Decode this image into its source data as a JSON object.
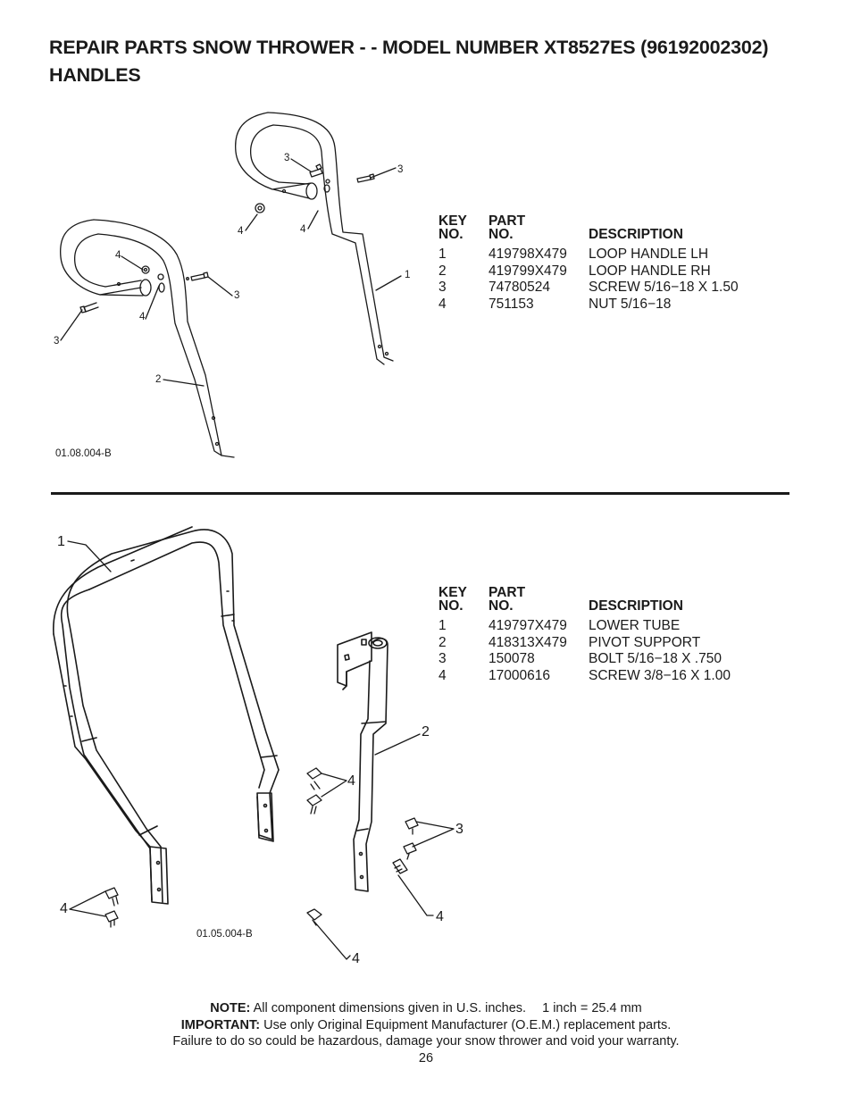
{
  "page": {
    "title_line1": "REPAIR PARTS  SNOW THROWER - - MODEL NUMBER  XT8527ES (96192002302)",
    "title_line2": "HANDLES",
    "page_number": "26"
  },
  "section_top": {
    "drawing_id": "01.08.004-B",
    "table": {
      "header_key": [
        "KEY",
        "NO."
      ],
      "header_part": [
        "PART",
        "NO."
      ],
      "header_desc": "DESCRIPTION",
      "rows": [
        {
          "key": "1",
          "part": "419798X479",
          "desc": "LOOP HANDLE LH"
        },
        {
          "key": "2",
          "part": "419799X479",
          "desc": "LOOP HANDLE RH"
        },
        {
          "key": "3",
          "part": "74780524",
          "desc": "SCREW 5/16−18 X 1.50"
        },
        {
          "key": "4",
          "part": "751153",
          "desc": "NUT 5/16−18"
        }
      ]
    },
    "callouts": [
      "3",
      "3",
      "4",
      "4",
      "1",
      "4",
      "3",
      "4",
      "3",
      "2"
    ]
  },
  "section_bottom": {
    "drawing_id": "01.05.004-B",
    "table": {
      "header_key": [
        "KEY",
        "NO."
      ],
      "header_part": [
        "PART",
        "NO."
      ],
      "header_desc": "DESCRIPTION",
      "rows": [
        {
          "key": "1",
          "part": "419797X479",
          "desc": "LOWER TUBE"
        },
        {
          "key": "2",
          "part": "418313X479",
          "desc": "PIVOT SUPPORT"
        },
        {
          "key": "3",
          "part": "150078",
          "desc": "BOLT 5/16−18 X .750"
        },
        {
          "key": "4",
          "part": "17000616",
          "desc": "SCREW 3/8−16 X 1.00"
        }
      ]
    },
    "callouts": [
      "1",
      "2",
      "4",
      "3",
      "4",
      "4",
      "4"
    ]
  },
  "footer": {
    "note_label": "NOTE:",
    "note_text": "All component dimensions given in U.S. inches.",
    "conversion": "1 inch = 25.4 mm",
    "important_label": "IMPORTANT:",
    "important_text": "Use only Original Equipment Manufacturer (O.E.M.) replacement parts.",
    "warning_text": "Failure to do so could be hazardous, damage your snow thrower and void your warranty."
  }
}
